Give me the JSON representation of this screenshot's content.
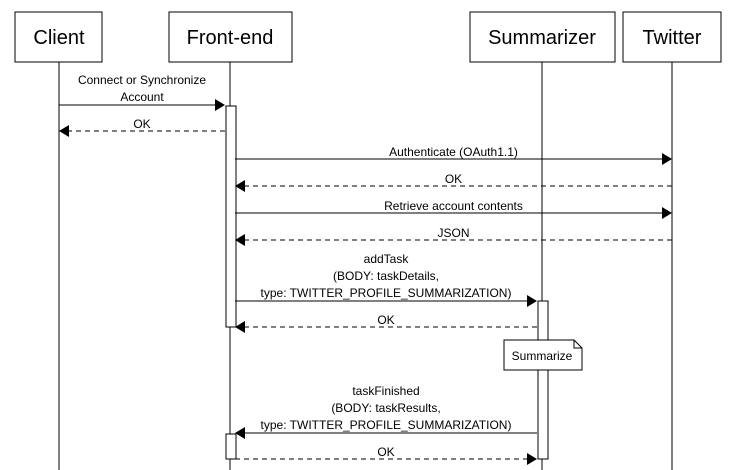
{
  "participants": [
    {
      "id": "client",
      "label": "Client"
    },
    {
      "id": "frontend",
      "label": "Front-end"
    },
    {
      "id": "summarizer",
      "label": "Summarizer"
    },
    {
      "id": "twitter",
      "label": "Twitter"
    }
  ],
  "messages": [
    {
      "from": "client",
      "to": "frontend",
      "style": "solid",
      "label": [
        "Connect or Synchronize",
        "Account"
      ]
    },
    {
      "from": "frontend",
      "to": "client",
      "style": "dashed",
      "label": [
        "OK"
      ]
    },
    {
      "from": "frontend",
      "to": "twitter",
      "style": "solid",
      "label": [
        "Authenticate (OAuth1.1)"
      ]
    },
    {
      "from": "twitter",
      "to": "frontend",
      "style": "dashed",
      "label": [
        "OK"
      ]
    },
    {
      "from": "frontend",
      "to": "twitter",
      "style": "solid",
      "label": [
        "Retrieve account contents"
      ]
    },
    {
      "from": "twitter",
      "to": "frontend",
      "style": "dashed",
      "label": [
        "JSON"
      ]
    },
    {
      "from": "frontend",
      "to": "summarizer",
      "style": "solid",
      "label": [
        "addTask",
        "(BODY: taskDetails,",
        "type: TWITTER_PROFILE_SUMMARIZATION)"
      ]
    },
    {
      "from": "summarizer",
      "to": "frontend",
      "style": "dashed",
      "label": [
        "OK"
      ]
    },
    {
      "from": "summarizer",
      "to": "frontend",
      "style": "solid",
      "label": [
        "taskFinished",
        "(BODY: taskResults,",
        "type: TWITTER_PROFILE_SUMMARIZATION)"
      ]
    },
    {
      "from": "frontend",
      "to": "summarizer",
      "style": "dashed",
      "label": [
        "OK"
      ]
    }
  ],
  "note": {
    "over": "summarizer",
    "label": "Summarize"
  }
}
